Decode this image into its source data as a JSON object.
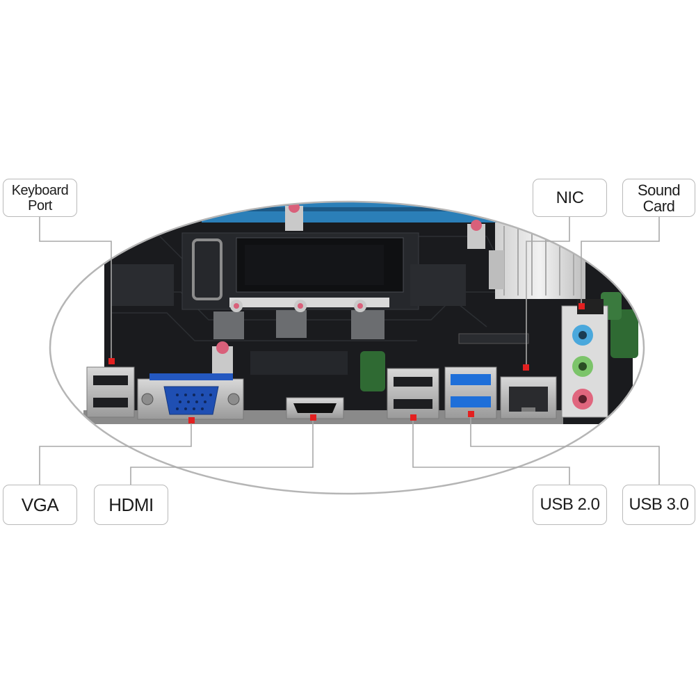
{
  "labels": {
    "keyboard_port": "Keyboard\nPort",
    "nic": "NIC",
    "sound_card": "Sound\nCard",
    "vga": "VGA",
    "hdmi": "HDMI",
    "usb2": "USB 2.0",
    "usb3": "USB 3.0"
  },
  "colors": {
    "pcb": "#1a1b1e",
    "slot_blue": "#2b7fb8",
    "vga_blue": "#1f4fb3",
    "usb3_blue": "#1e6fd9",
    "audio_blue": "#4aa8dc",
    "audio_green": "#7cc46a",
    "audio_pink": "#e0667e",
    "marker_red": "#e32020",
    "callout_border": "#b9b9b9",
    "leader_line": "#a8a8a8"
  }
}
